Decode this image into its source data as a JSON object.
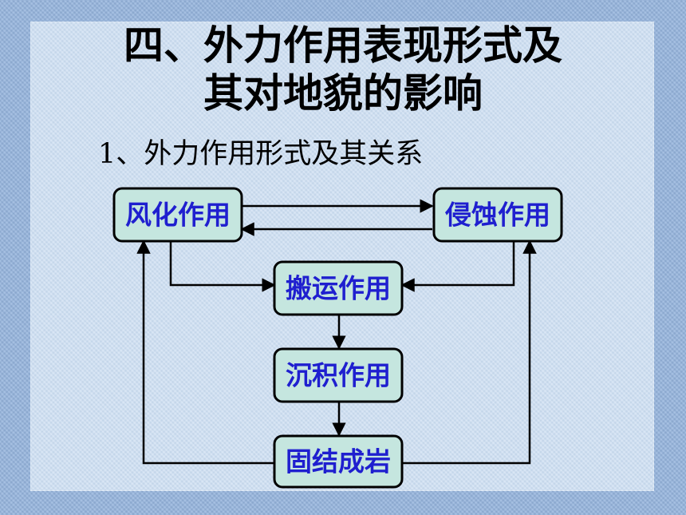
{
  "slide": {
    "title_line1": "四、外力作用表现形式及",
    "title_line2": "其对地貌的影响",
    "subtitle": "1、外力作用形式及其关系"
  },
  "diagram": {
    "nodes": {
      "weathering": "风化作用",
      "erosion": "侵蚀作用",
      "transport": "搬运作用",
      "deposition": "沉积作用",
      "lithification": "固结成岩"
    },
    "edges": [
      [
        "weathering",
        "erosion"
      ],
      [
        "erosion",
        "weathering"
      ],
      [
        "weathering",
        "transport"
      ],
      [
        "erosion",
        "transport"
      ],
      [
        "transport",
        "deposition"
      ],
      [
        "deposition",
        "lithification"
      ],
      [
        "lithification",
        "weathering"
      ],
      [
        "lithification",
        "erosion"
      ]
    ]
  },
  "colors": {
    "node_fill": "#c5e6df",
    "node_text": "#1f1fcf",
    "background": "#94b3dc",
    "panel": "#cadcf1"
  }
}
